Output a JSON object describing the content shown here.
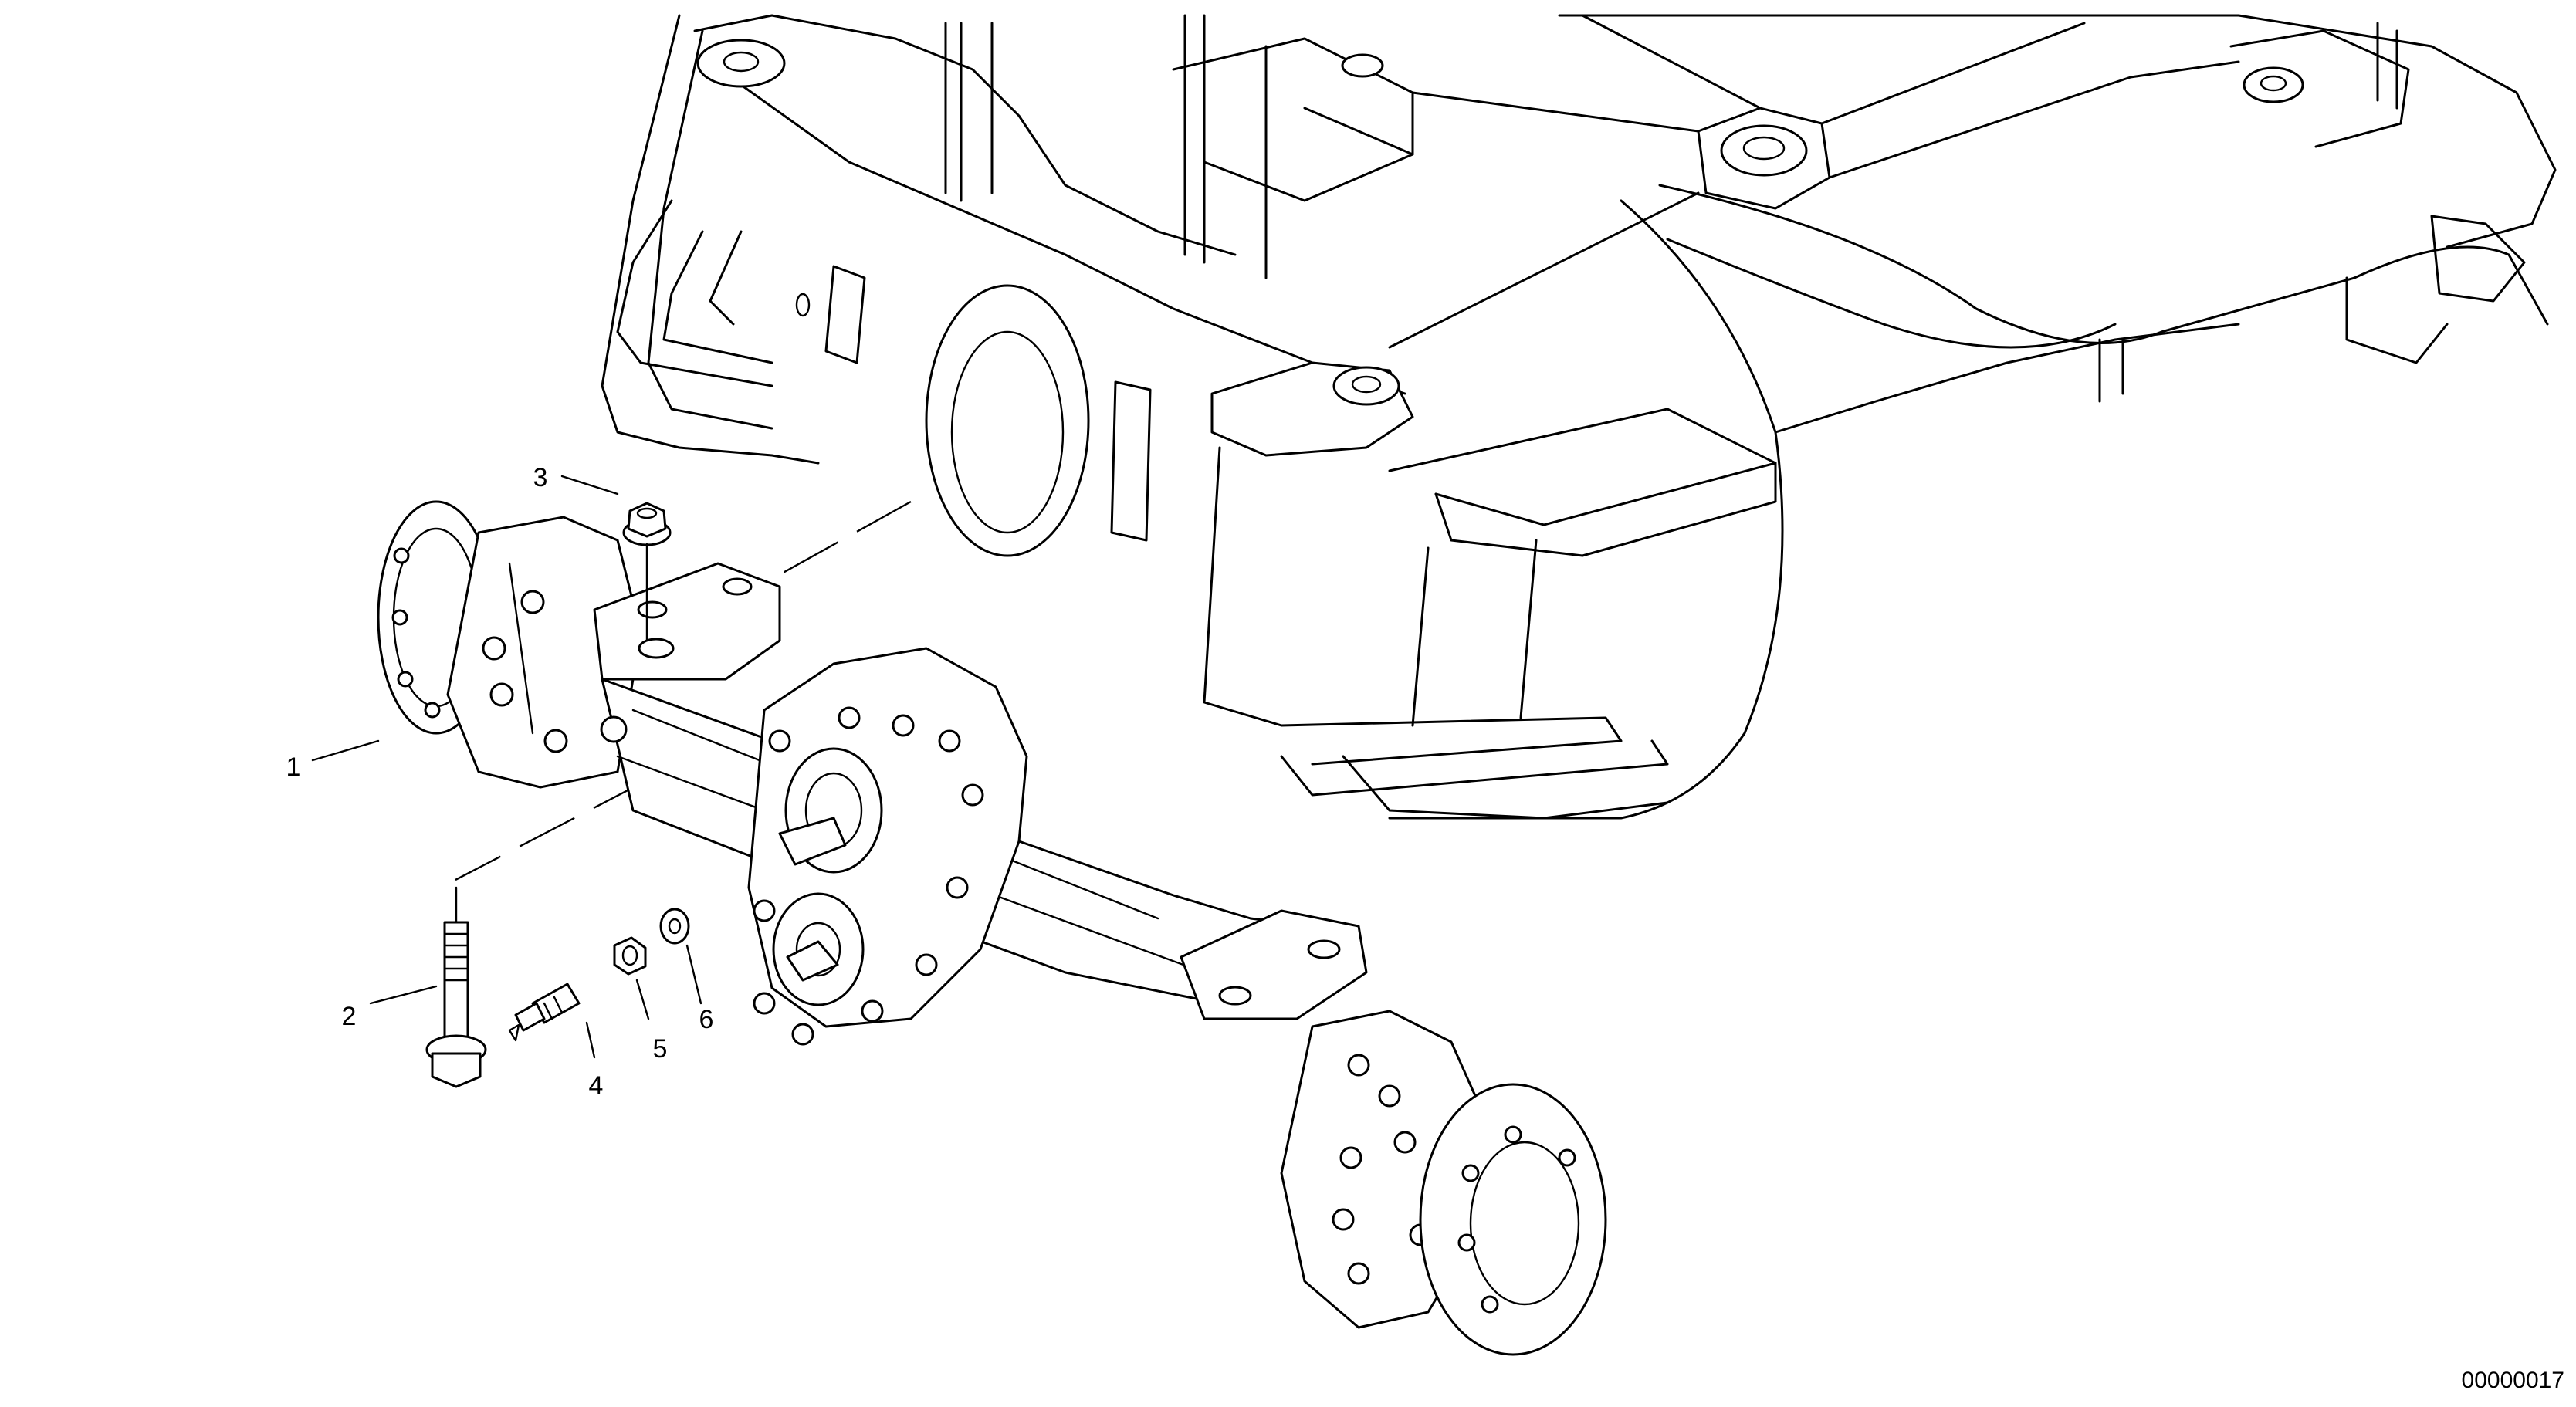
{
  "drawing_number": "00000017",
  "callouts": [
    {
      "label": "1",
      "part": "axle-assembly"
    },
    {
      "label": "2",
      "part": "mounting-bolt"
    },
    {
      "label": "3",
      "part": "flange-nut"
    },
    {
      "label": "4",
      "part": "breather-fitting"
    },
    {
      "label": "5",
      "part": "nut"
    },
    {
      "label": "6",
      "part": "sealing-washer"
    }
  ]
}
